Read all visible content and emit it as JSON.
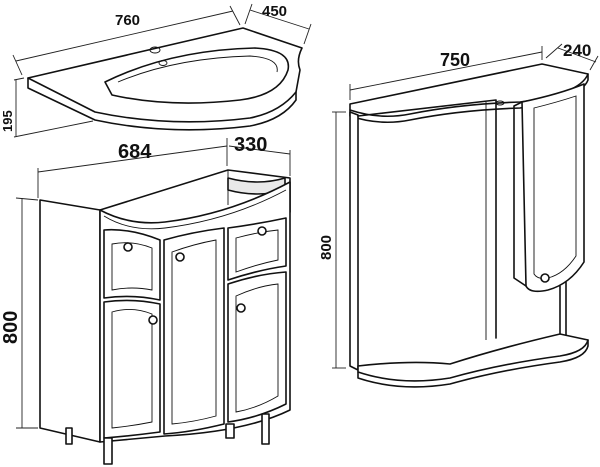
{
  "dimensions": {
    "sink_width": "760",
    "sink_depth": "450",
    "sink_height": "195",
    "cabinet_width": "684",
    "cabinet_depth": "330",
    "cabinet_height": "800",
    "mirror_width": "750",
    "mirror_depth": "240",
    "mirror_height": "800"
  },
  "colors": {
    "line": "#111111",
    "background": "#ffffff"
  }
}
